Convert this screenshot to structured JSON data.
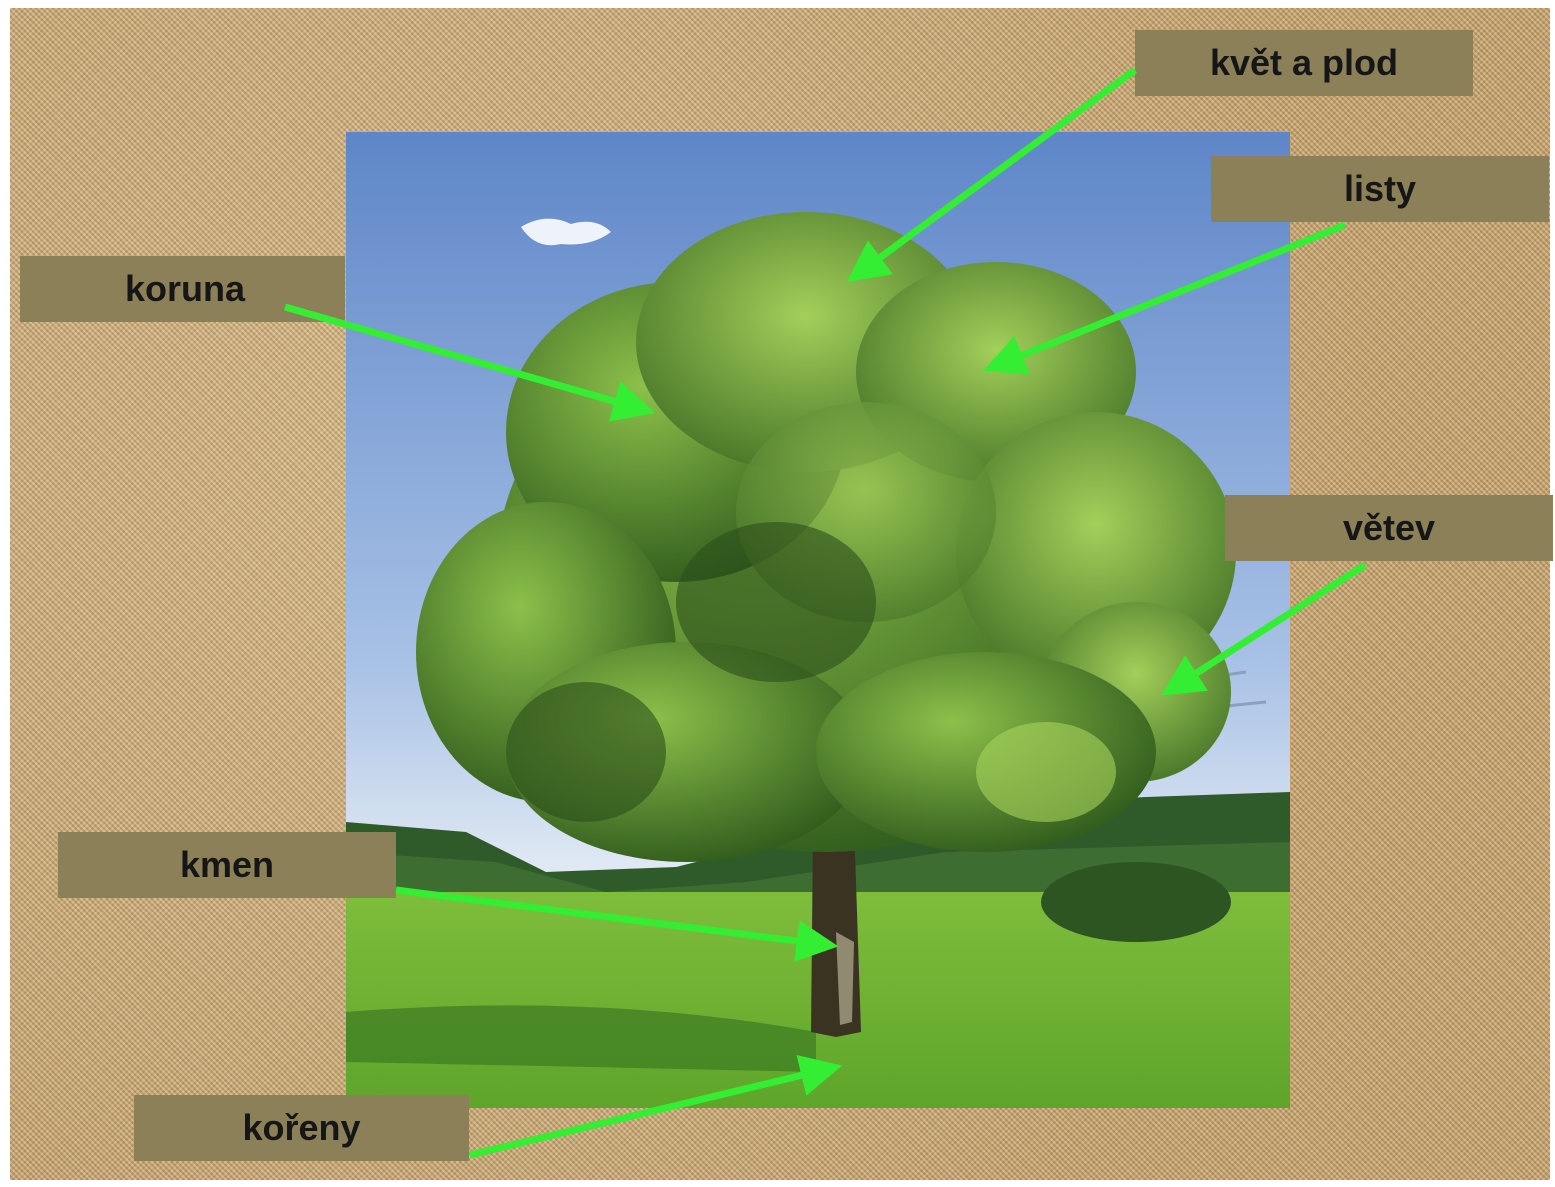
{
  "labels": {
    "kvet_a_plod": "květ a plod",
    "listy": "listy",
    "koruna": "koruna",
    "vetev": "větev",
    "kmen": "kmen",
    "koreny": "kořeny"
  },
  "colors": {
    "label_background": "#8b8058",
    "label_text": "#161616",
    "arrow": "#33ee33",
    "board_texture": "#c9ab7b"
  }
}
